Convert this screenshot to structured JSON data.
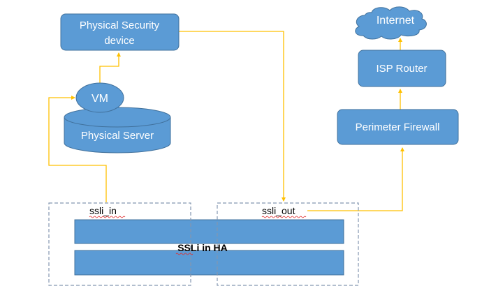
{
  "diagram": {
    "nodes": {
      "physical_security_device": {
        "label_line1": "Physical Security",
        "label_line2": "device"
      },
      "vm": {
        "label": "VM"
      },
      "physical_server": {
        "label": "Physical Server"
      },
      "internet": {
        "label": "Internet"
      },
      "isp_router": {
        "label": "ISP Router"
      },
      "perimeter_firewall": {
        "label": "Perimeter Firewall"
      },
      "ssli_in": {
        "label": "ssli_in"
      },
      "ssli_out": {
        "label": "ssli_out"
      },
      "ssli_ha": {
        "label": "SSLi in HA"
      }
    },
    "colors": {
      "box_fill": "#5b9bd5",
      "box_stroke": "#41719c",
      "connector": "#ffc000",
      "dashed_border": "#8497b0",
      "box_text": "#ffffff",
      "label_text": "#000000"
    }
  }
}
